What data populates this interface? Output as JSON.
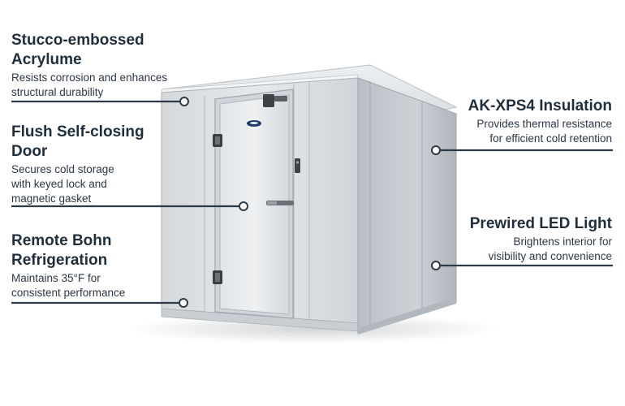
{
  "callouts": [
    {
      "id": "stucco",
      "title_line1": "Stucco-embossed",
      "title_line2": "Acrylume",
      "desc_line1": "Resists corrosion and enhances",
      "desc_line2": "structural durability",
      "desc_line3": ""
    },
    {
      "id": "door",
      "title_line1": "Flush Self-closing",
      "title_line2": "Door",
      "desc_line1": "Secures cold storage",
      "desc_line2": "with keyed lock and",
      "desc_line3": "magnetic gasket"
    },
    {
      "id": "refrigeration",
      "title_line1": "Remote Bohn",
      "title_line2": "Refrigeration",
      "desc_line1": "Maintains 35°F for",
      "desc_line2": "consistent performance",
      "desc_line3": ""
    },
    {
      "id": "insulation",
      "title_line1": "AK-XPS4 Insulation",
      "title_line2": "",
      "desc_line1": "Provides thermal resistance",
      "desc_line2": "for efficient cold retention",
      "desc_line3": ""
    },
    {
      "id": "led",
      "title_line1": "Prewired LED Light",
      "title_line2": "",
      "desc_line1": "Brightens interior for",
      "desc_line2": "visibility and convenience",
      "desc_line3": ""
    }
  ],
  "colors": {
    "text": "#1f2e3c",
    "line": "#2d3a48",
    "panel_light": "#dfe3e6",
    "panel_mid": "#c4cacf",
    "panel_dark": "#a9b0b6"
  },
  "icons": [
    "hinge-icon",
    "latch-handle-icon",
    "lock-icon",
    "brand-badge-icon"
  ]
}
